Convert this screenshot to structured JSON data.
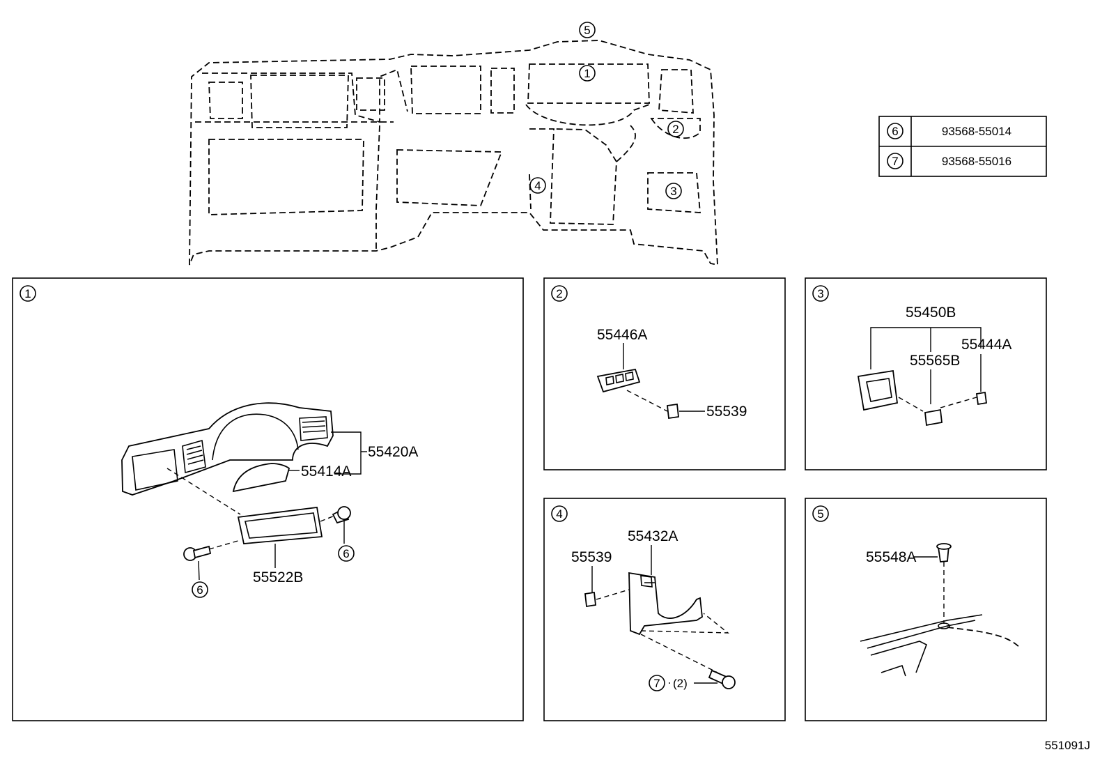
{
  "overview": {
    "callouts": [
      "1",
      "2",
      "3",
      "4",
      "5"
    ]
  },
  "fastener_table": {
    "rows": [
      {
        "ref": "6",
        "part_number": "93568-55014"
      },
      {
        "ref": "7",
        "part_number": "93568-55016"
      }
    ]
  },
  "panels": [
    {
      "ref": "1",
      "parts": [
        "55420A",
        "55414A",
        "55522B"
      ],
      "fasteners": [
        "6",
        "6"
      ]
    },
    {
      "ref": "2",
      "parts": [
        "55446A",
        "55539"
      ]
    },
    {
      "ref": "3",
      "parts": [
        "55450B",
        "55444A",
        "55565B"
      ]
    },
    {
      "ref": "4",
      "parts": [
        "55432A",
        "55539"
      ],
      "fasteners": [
        "7"
      ],
      "quantity": "(2)"
    },
    {
      "ref": "5",
      "parts": [
        "55548A"
      ]
    }
  ],
  "reference_code": "551091J"
}
